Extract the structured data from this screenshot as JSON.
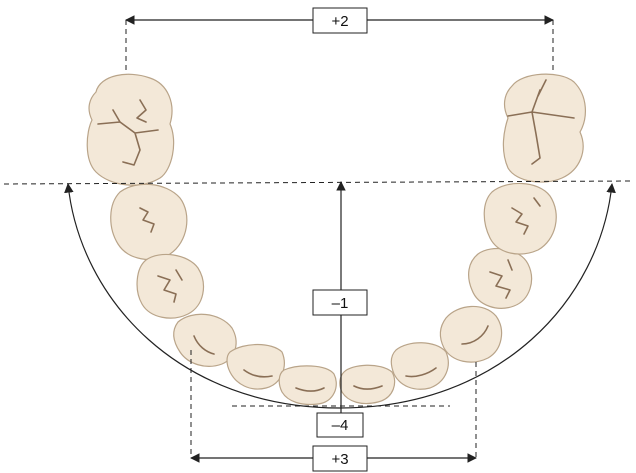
{
  "measurements": {
    "intermolar_width": "+2",
    "arch_depth": "–1",
    "arch_perimeter": "–4",
    "intercanine_width": "+3"
  },
  "colors": {
    "tooth_fill": "#f3e8d8",
    "tooth_outline": "#b9a489",
    "fissure": "#8a6f56",
    "line": "#222222"
  }
}
